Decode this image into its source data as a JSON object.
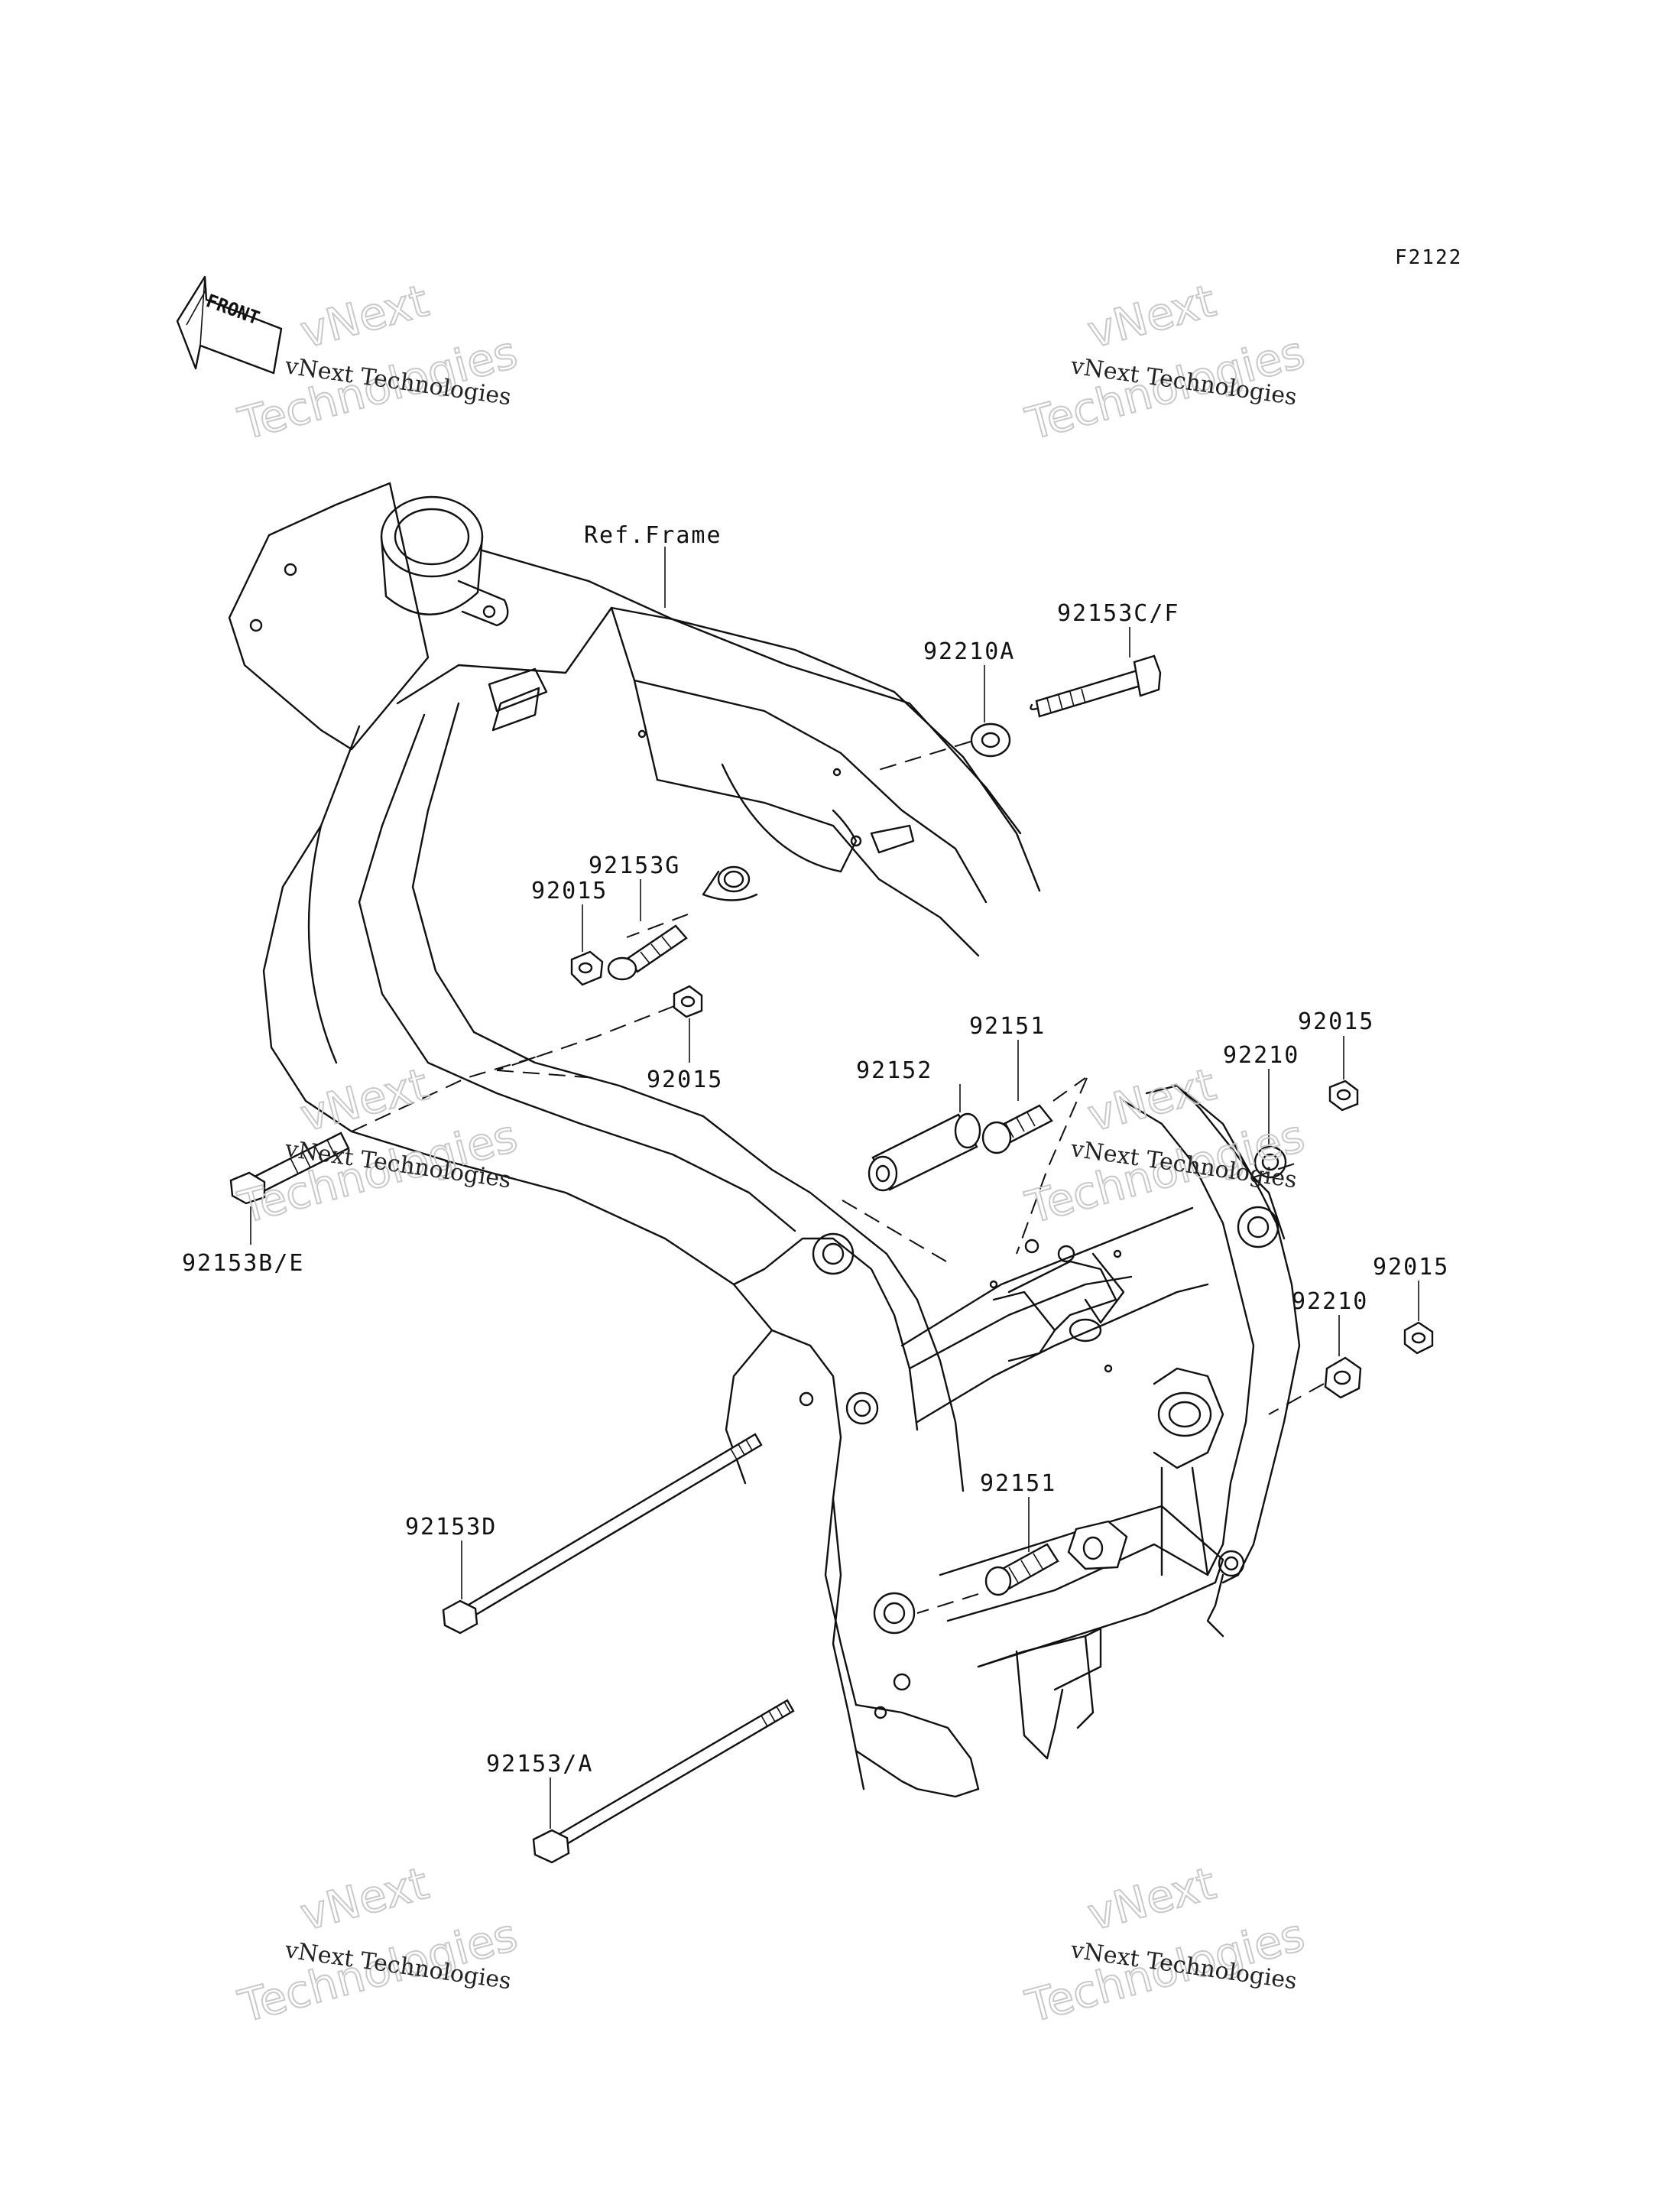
{
  "diagram": {
    "code": "F2122",
    "front_label": "FRONT",
    "frame_label": "Ref.Frame",
    "callouts": [
      {
        "id": "c1",
        "text": "92153C/F"
      },
      {
        "id": "c2",
        "text": "92210A"
      },
      {
        "id": "c3",
        "text": "92153G"
      },
      {
        "id": "c4",
        "text": "92015"
      },
      {
        "id": "c5",
        "text": "92015"
      },
      {
        "id": "c6",
        "text": "92152"
      },
      {
        "id": "c7",
        "text": "92151"
      },
      {
        "id": "c8",
        "text": "92210"
      },
      {
        "id": "c9",
        "text": "92015"
      },
      {
        "id": "c10",
        "text": "92153B/E"
      },
      {
        "id": "c11",
        "text": "92210"
      },
      {
        "id": "c12",
        "text": "92015"
      },
      {
        "id": "c13",
        "text": "92151"
      },
      {
        "id": "c14",
        "text": "92153D"
      },
      {
        "id": "c15",
        "text": "92153/A"
      }
    ]
  },
  "watermark": {
    "line1": "vNext Technologies",
    "line2a": "vNext",
    "line2b": "Technologies"
  }
}
